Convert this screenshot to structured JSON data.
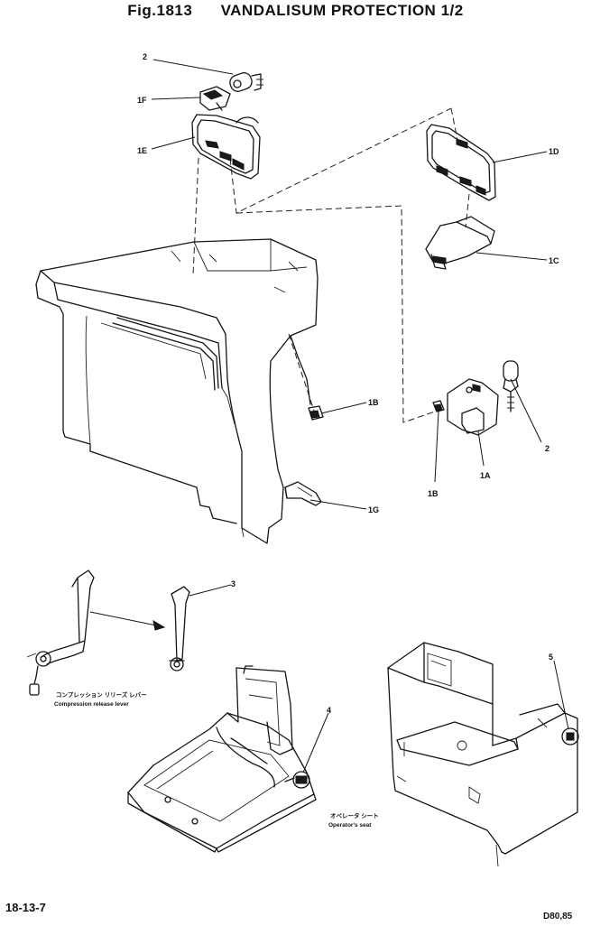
{
  "header": {
    "figure_number": "Fig.1813",
    "title": "VANDALISUM PROTECTION",
    "sheet": "1/2"
  },
  "callouts": {
    "c2_top": "2",
    "c1f": "1F",
    "c1e": "1E",
    "c1d": "1D",
    "c1c": "1C",
    "c1b_right": "1B",
    "c1b_left": "1B",
    "c1a": "1A",
    "c2_right": "2",
    "c1g": "1G",
    "c3": "3",
    "c4": "4",
    "c5": "5"
  },
  "captions": {
    "compression_jp": "コンプレッション リリーズ レバー",
    "compression_en": "Compression release lever",
    "seat_jp": "オペレータ シート",
    "seat_en": "Operator's seat"
  },
  "footer": {
    "page": "18-13-7",
    "model": "D80,85"
  }
}
